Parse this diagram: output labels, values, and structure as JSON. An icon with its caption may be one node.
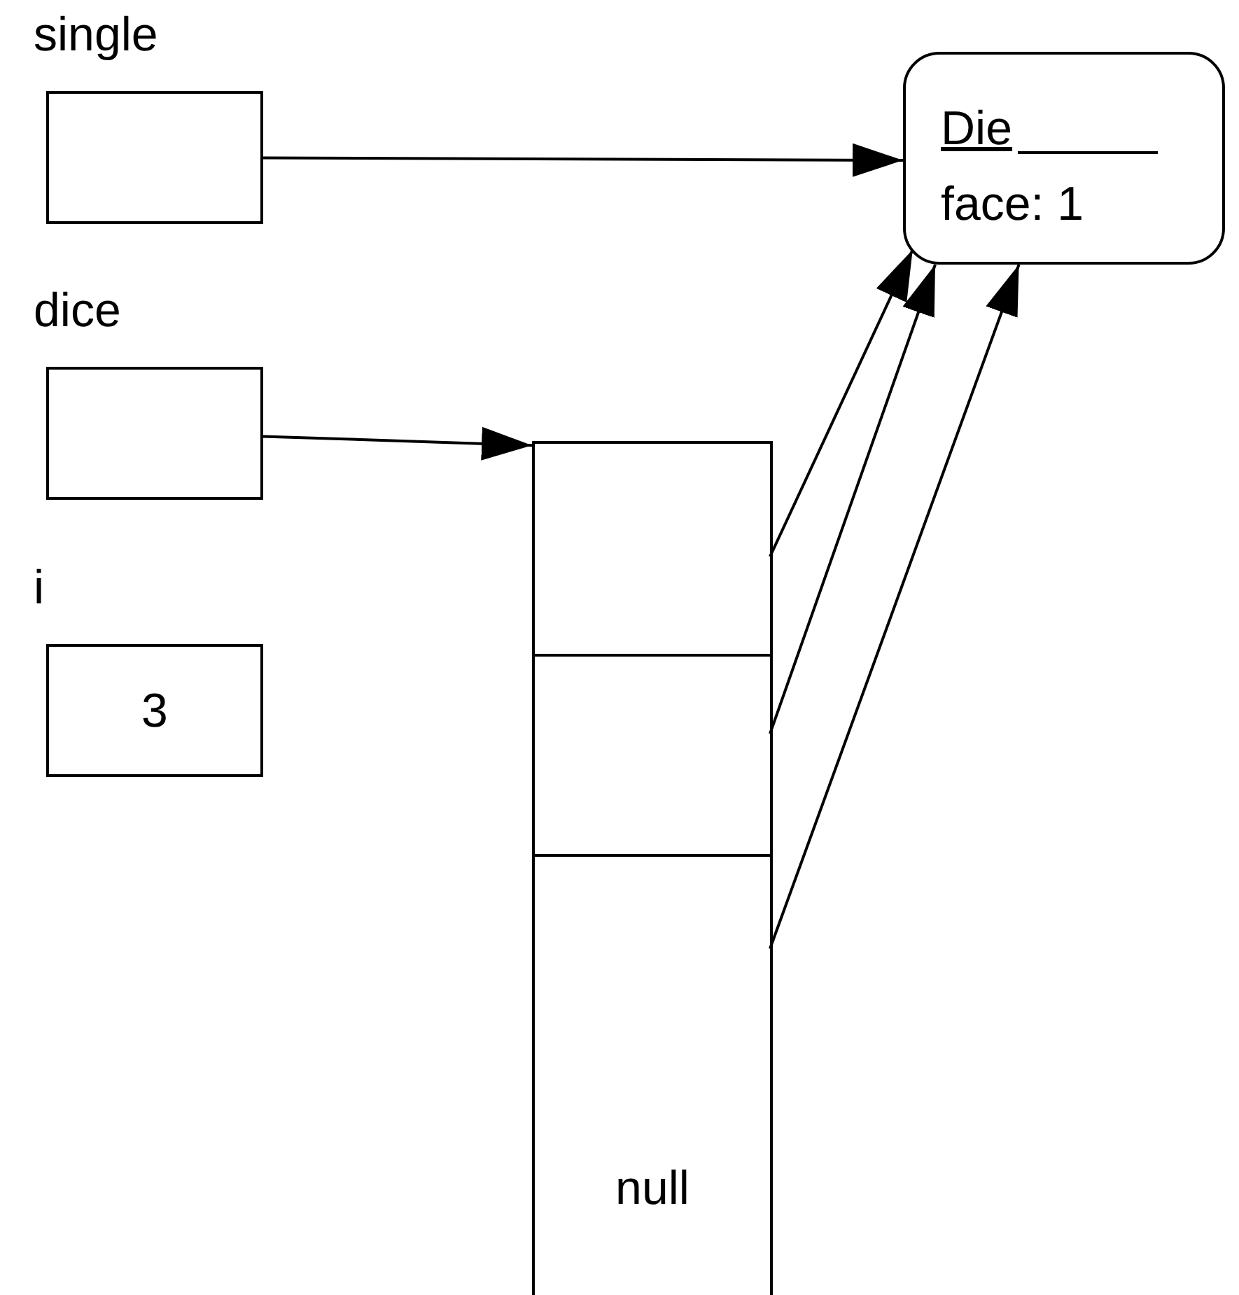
{
  "diagram": {
    "nodes": [
      {
        "text": [
          "single"
        ]
      },
      {
        "text": [
          "Die",
          "face: 1"
        ]
      },
      {
        "text": [
          "dice"
        ]
      },
      {
        "text": [],
        "shape": "box"
      },
      {
        "text": [],
        "shape": "box",
        "in": 3
      },
      {
        "text": [],
        "shape": "box",
        "in": 3
      },
      {
        "text": [],
        "shape": "box",
        "in": 3
      },
      {
        "text": [
          "null"
        ],
        "in": 3
      },
      {
        "text": [
          "i",
          "3"
        ]
      }
    ],
    "edges": [
      {
        "from": 0,
        "to": 1,
        "arrow": "to"
      },
      {
        "from": 2,
        "to": 3,
        "arrow": "to"
      },
      {
        "from": 4,
        "to": 1,
        "arrow": "to"
      },
      {
        "from": 5,
        "to": 1,
        "arrow": "to"
      },
      {
        "from": 6,
        "to": 1,
        "arrow": "to"
      }
    ]
  }
}
